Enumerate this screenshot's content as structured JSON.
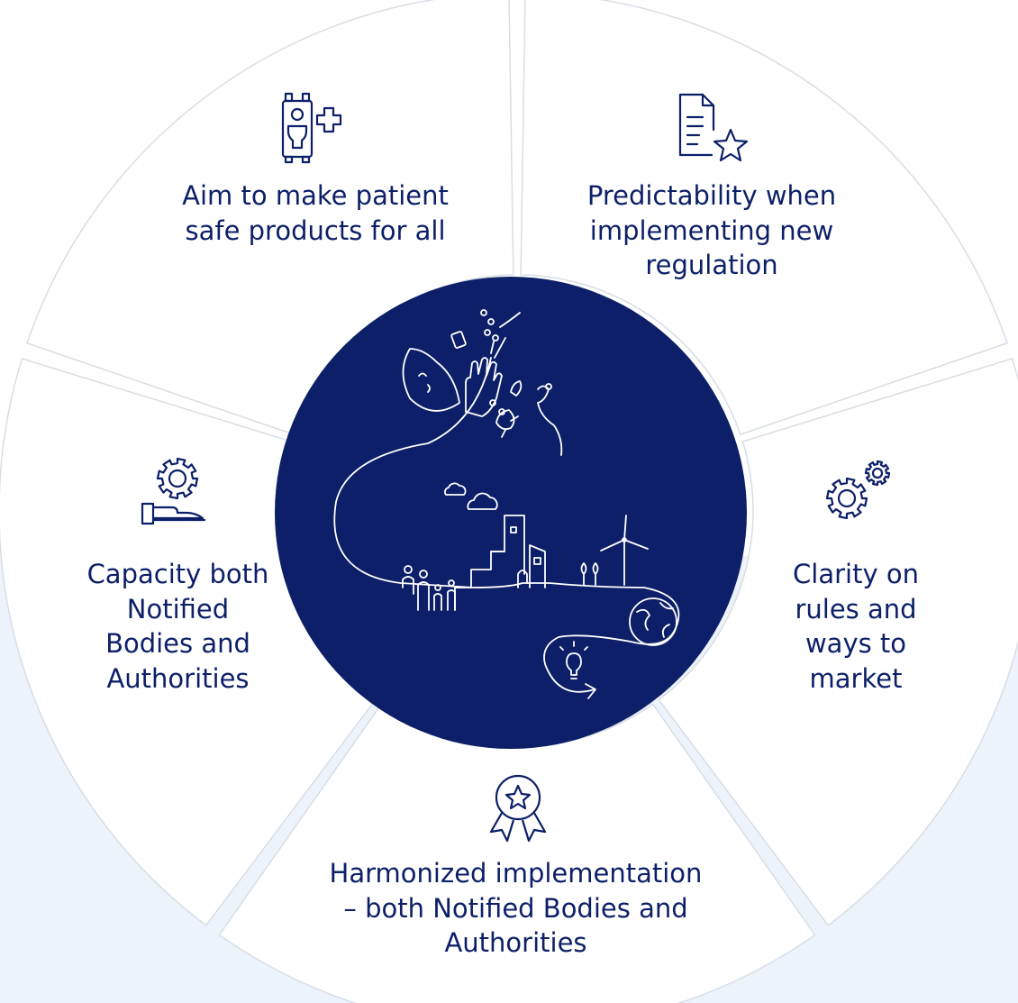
{
  "colors": {
    "navy": "#0c1f68",
    "page_background": "#ffffff",
    "band_background": "#edf3fa",
    "segment_fill": "#ffffff",
    "segment_stroke": "#d8dde6",
    "illustration_stroke": "#ffffff"
  },
  "segments": [
    {
      "label": "Aim to make patient\nsafe products for all",
      "icon": "patient-safety-icon"
    },
    {
      "label": "Predictability when\nimplementing new\nregulation",
      "icon": "document-star-icon"
    },
    {
      "label": "Clarity on\nrules and\nways to\nmarket",
      "icon": "gears-icon"
    },
    {
      "label": "Harmonized implementation\n– both Notified Bodies and\nAuthorities",
      "icon": "award-ribbon-icon"
    },
    {
      "label": "Capacity both\nNotified\nBodies and\nAuthorities",
      "icon": "hand-gear-icon"
    }
  ],
  "center": {
    "illustration": "journey-illustration",
    "elements": [
      "face-icon",
      "hand-icon",
      "pills-icon",
      "flask-icon",
      "leaf-icon",
      "clouds-icon",
      "buildings-icon",
      "family-icon",
      "wind-turbine-icon",
      "trees-icon",
      "globe-icon",
      "lightbulb-icon"
    ]
  }
}
